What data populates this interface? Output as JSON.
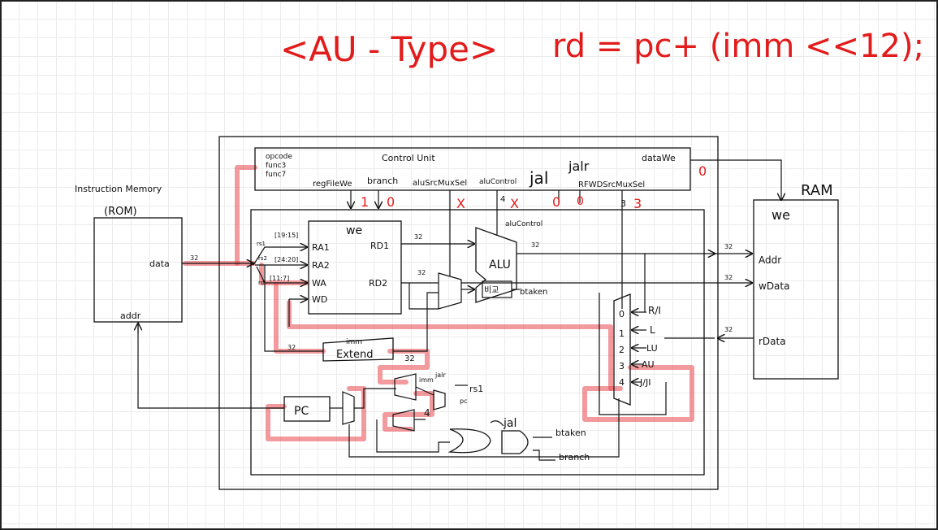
{
  "header": {
    "title": "<AU - Type>",
    "formula": "rd = pc+ (imm <<12);"
  },
  "rom": {
    "title": "Instruction Memory",
    "subtitle": "(ROM)",
    "data_label": "data",
    "addr_label": "addr"
  },
  "control_unit": {
    "title": "Control Unit",
    "inputs": [
      "opcode",
      "func3",
      "func7"
    ],
    "signals": {
      "reg_file_we": "regFileWe",
      "branch": "branch",
      "alu_src_mux_sel": "aluSrcMuxSel",
      "alu_control": "aluControl",
      "jal": "jal",
      "jalr": "jalr",
      "rf_wd_src_mux_sel": "RFWDSrcMuxSel",
      "data_we": "dataWe"
    },
    "values": {
      "reg_file_we": "1",
      "branch": "0",
      "alu_src_mux_sel": "X",
      "alu_control": "X",
      "jal": "0",
      "jalr": "0",
      "rf_wd_src_mux_sel": "3",
      "data_we": "0"
    },
    "bit_widths": {
      "alu_control": "4",
      "rf_wd_src_mux_sel": "3"
    }
  },
  "regfile": {
    "we": "we",
    "ports": [
      "RA1",
      "RA2",
      "WA",
      "WD"
    ],
    "outputs": [
      "RD1",
      "RD2"
    ],
    "slices": [
      "[19:15]",
      "[24:20]",
      "[11:7]"
    ],
    "slice_marks": [
      "rs1",
      "rs2",
      "rd"
    ]
  },
  "alu": {
    "label": "ALU",
    "control_label": "aluControl",
    "compare_label": "비교",
    "btaken_label": "btaken"
  },
  "bus_widths": {
    "w32": "32"
  },
  "extend": {
    "label": "Extend",
    "imm_label": "imm",
    "width": "32"
  },
  "pc": {
    "label": "PC",
    "plus4": "4",
    "imm_label": "imm",
    "jalr_label": "jalr",
    "rs1_label": "rs1",
    "pc_label": "pc"
  },
  "wb_mux": {
    "indices": [
      "0",
      "1",
      "2",
      "3",
      "4"
    ],
    "sources": [
      "R/I",
      "L",
      "LU",
      "AU",
      "J/JI"
    ]
  },
  "branch_logic": {
    "jal": "jal",
    "btaken": "btaken",
    "branch": "branch"
  },
  "ram": {
    "title": "RAM",
    "we": "we",
    "addr": "Addr",
    "wdata": "wData",
    "rdata": "rData"
  },
  "colors": {
    "ink": "#111111",
    "highlight": "#e8474c",
    "annotation": "#e21b1b"
  }
}
